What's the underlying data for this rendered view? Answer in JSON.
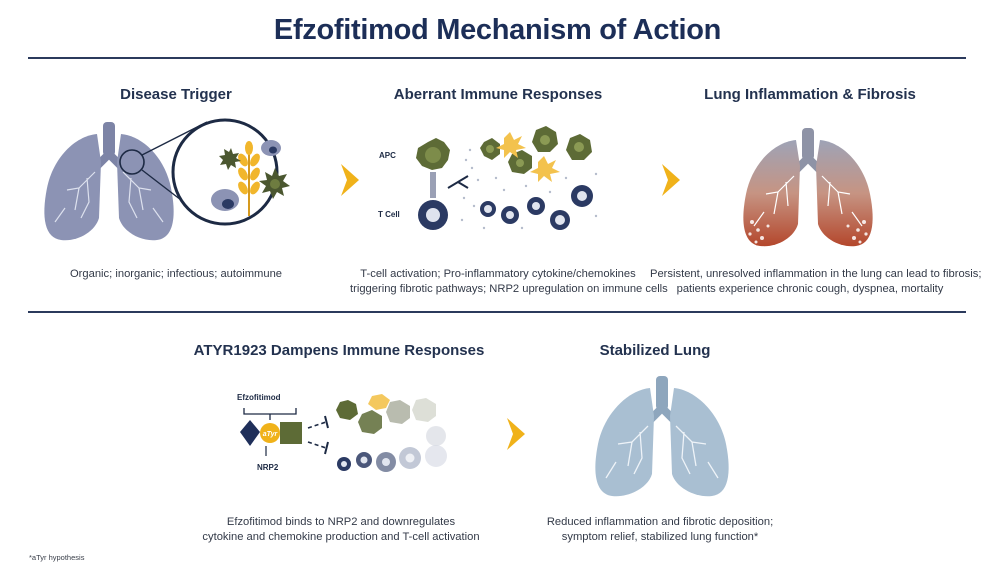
{
  "title": "Efzofitimod Mechanism of Action",
  "panels": {
    "trigger": {
      "title": "Disease Trigger",
      "caption": "Organic; inorganic; infectious; autoimmune"
    },
    "immune": {
      "title": "Aberrant Immune Responses",
      "label_apc": "APC",
      "label_tcell": "T Cell",
      "caption_line1": "T-cell activation; Pro-inflammatory cytokine/chemokines",
      "caption_line2": "triggering fibrotic pathways; NRP2 upregulation on immune cells"
    },
    "fibrosis": {
      "title": "Lung Inflammation & Fibrosis",
      "caption_line1": "Persistent, unresolved inflammation in the lung can lead to fibrosis;",
      "caption_line2": "patients experience chronic cough, dyspnea, mortality"
    },
    "dampens": {
      "title": "ATYR1923 Dampens Immune Responses",
      "label_efzofitimod": "Efzofitimod",
      "label_atyr": "aTyr",
      "label_nrp2": "NRP2",
      "caption_line1": "Efzofitimod binds to NRP2 and downregulates",
      "caption_line2": "cytokine and chemokine production and T-cell activation"
    },
    "stabilized": {
      "title": "Stabilized Lung",
      "caption_line1": "Reduced inflammation and fibrotic deposition;",
      "caption_line2": "symptom relief, stabilized lung function*"
    }
  },
  "footnote": "*aTyr hypothesis",
  "colors": {
    "title": "#1c2e57",
    "arrow": "#f0b21a",
    "lung_gray": "#8c93b4",
    "lung_blue": "#a9bfd2",
    "apc_green": "#5d6b36",
    "tcell_navy": "#2b3a63",
    "cytokine_yellow": "#f3c24d",
    "fibrosis_red": "#b4472c"
  },
  "icons": [
    "lung-icon",
    "zoom-circle-icon",
    "grain-icon",
    "apc-cell-icon",
    "t-cell-icon",
    "cytokine-icon",
    "receptor-icon",
    "inhibition-icon",
    "chevron-arrow-icon"
  ]
}
